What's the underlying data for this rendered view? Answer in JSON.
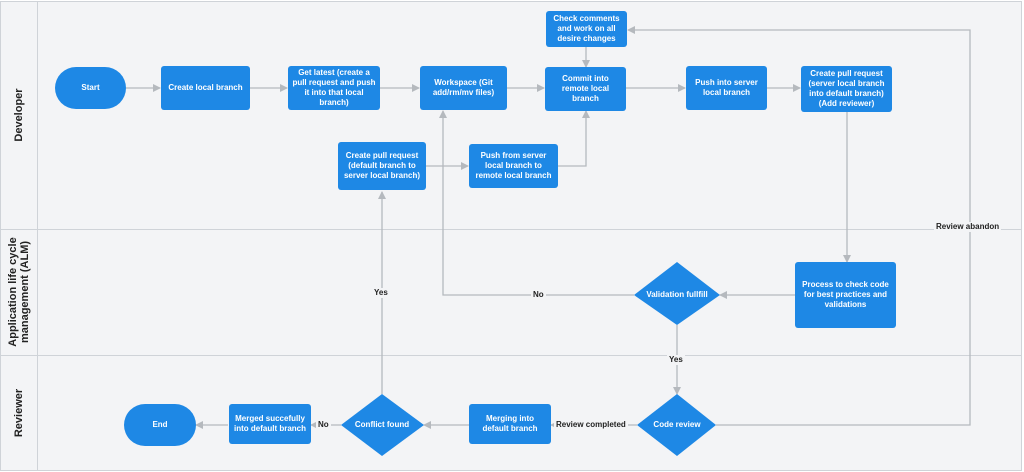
{
  "colors": {
    "node": "#1e88e5",
    "connector": "#b5b9be",
    "lane_bg": "#f3f4f6",
    "lane_border": "#cfd3d8"
  },
  "lanes": {
    "developer": "Developer",
    "alm": "Application life cycle management (ALM)",
    "reviewer": "Reviewer"
  },
  "nodes": {
    "start": "Start",
    "create_local_branch": "Create local branch",
    "get_latest": "Get latest (create a pull request and push it into that local branch)",
    "workspace": "Workspace (Git add/rm/mv files)",
    "commit_remote": "Commit into remote local branch",
    "check_comments": "Check comments and work on all desire changes",
    "push_server": "Push into server local branch",
    "create_pr_reviewer": "Create pull request (server local branch into default branch) (Add reviewer)",
    "create_pr_default": "Create pull request (default branch to server local branch)",
    "push_from_server": "Push from server local branch to remote local branch",
    "process_check": "Process to check code for best practices and validations",
    "validation": "Validation fullfill",
    "code_review": "Code review",
    "merging": "Merging into default branch",
    "conflict": "Conflict found",
    "merged": "Merged succefully into default branch",
    "end": "End"
  },
  "edge_labels": {
    "review_abandon": "Review abandon",
    "no_validation": "No",
    "yes_validation": "Yes",
    "yes_conflict": "Yes",
    "review_completed": "Review completed",
    "no_conflict": "No"
  }
}
